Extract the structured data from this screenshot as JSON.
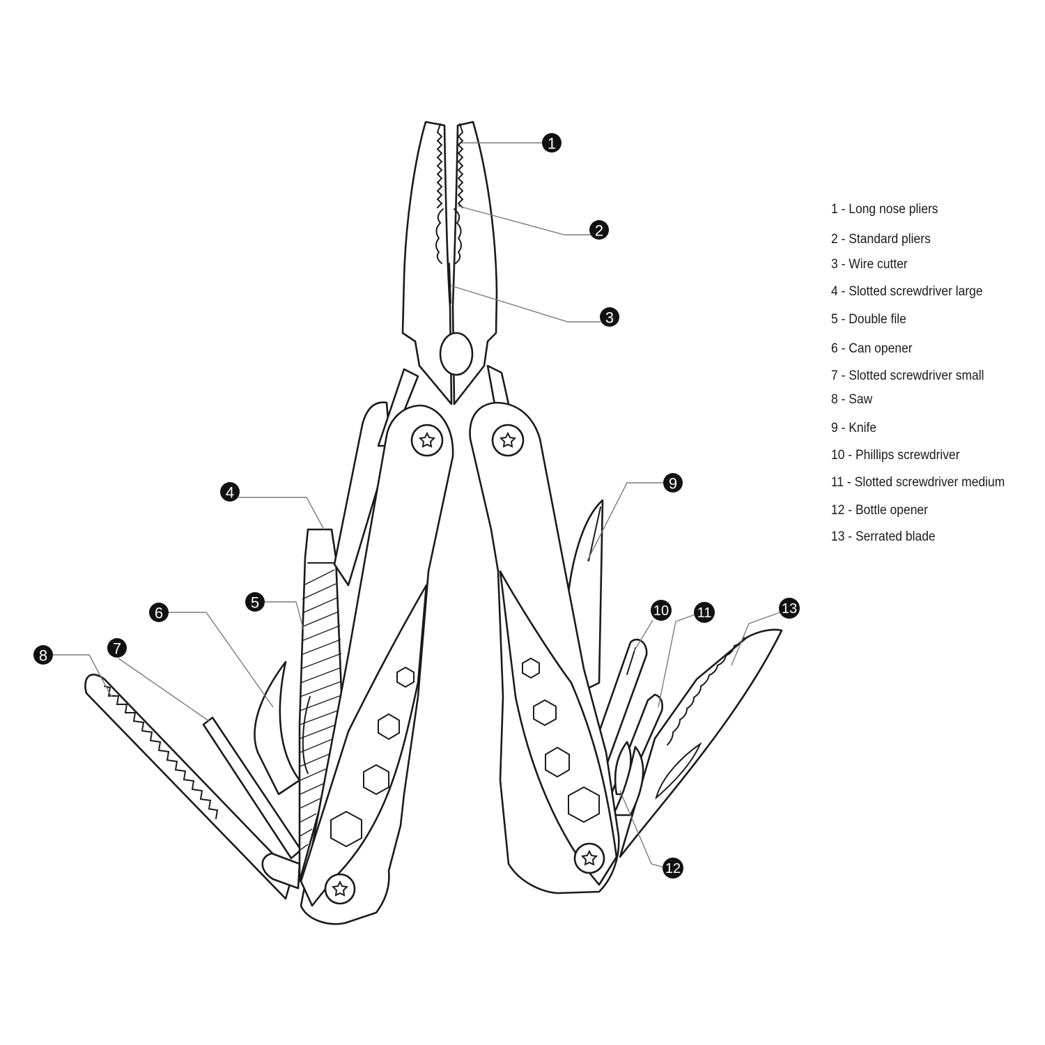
{
  "colors": {
    "line": "#1a1a1a",
    "leader": "#7a7a7a",
    "callout": "#111111",
    "background": "#ffffff"
  },
  "callouts": [
    {
      "id": "1",
      "label": "1"
    },
    {
      "id": "2",
      "label": "2"
    },
    {
      "id": "3",
      "label": "3"
    },
    {
      "id": "4",
      "label": "4"
    },
    {
      "id": "5",
      "label": "5"
    },
    {
      "id": "6",
      "label": "6"
    },
    {
      "id": "7",
      "label": "7"
    },
    {
      "id": "8",
      "label": "8"
    },
    {
      "id": "9",
      "label": "9"
    },
    {
      "id": "10",
      "label": "10"
    },
    {
      "id": "11",
      "label": "11"
    },
    {
      "id": "12",
      "label": "12"
    },
    {
      "id": "13",
      "label": "13"
    }
  ],
  "legend": [
    "1 - Long nose pliers",
    "2 - Standard pliers",
    "3 - Wire cutter",
    "4 - Slotted screwdriver large",
    "5 - Double file",
    "6 - Can opener",
    "7 - Slotted screwdriver small",
    "8 - Saw",
    "9 - Knife",
    "10 - Phillips screwdriver",
    "11 - Slotted screwdriver medium",
    "12  - Bottle opener",
    "13  - Serrated blade"
  ]
}
